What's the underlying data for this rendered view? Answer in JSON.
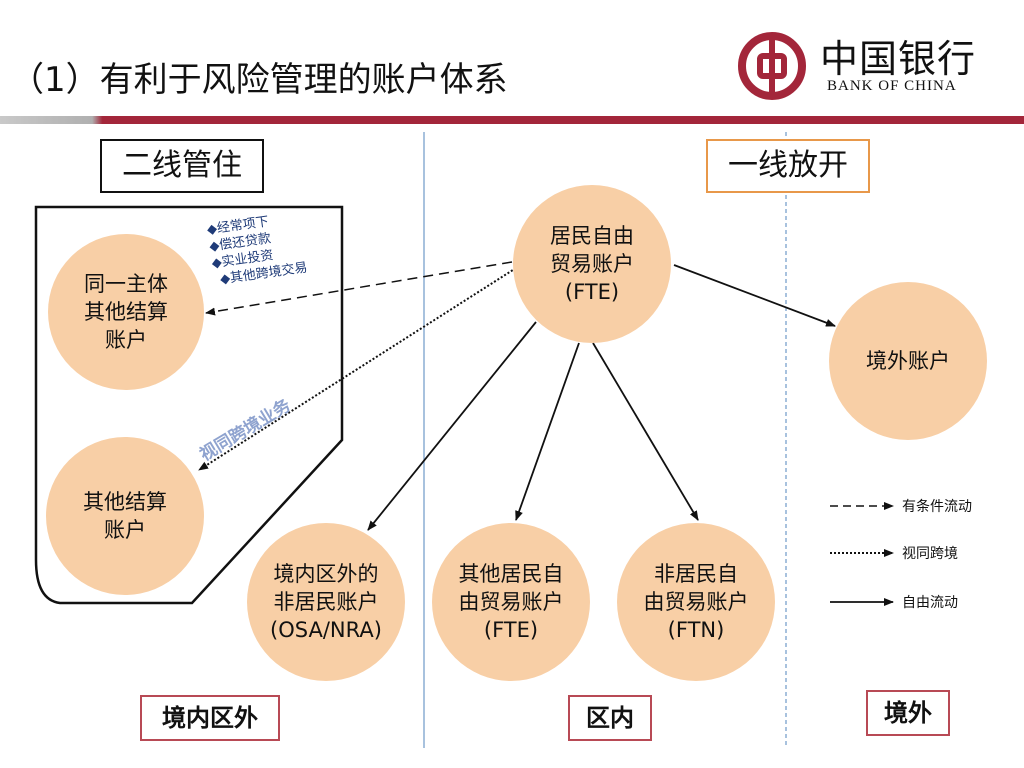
{
  "header": {
    "title": "（1）有利于风险管理的账户体系",
    "brand_cn": "中国银行",
    "brand_en": "BANK OF CHINA"
  },
  "labels": {
    "second_line": "二线管住",
    "first_line": "一线放开"
  },
  "nodes": {
    "fte": "居民自由\n贸易账户\n(FTE)",
    "same_entity": "同一主体\n其他结算\n账户",
    "other_settle": "其他结算\n账户",
    "osa_nra": "境内区外的\n非居民账户\n(OSA/NRA)",
    "other_fte": "其他居民自\n由贸易账户\n(FTE)",
    "ftn": "非居民自\n由贸易账户\n(FTN)",
    "overseas": "境外账户"
  },
  "annotations": {
    "conditional_items": [
      "◆经常项下",
      "◆偿还贷款",
      "◆实业投资",
      "◆其他跨境交易"
    ],
    "cross_border": "视同跨境业务"
  },
  "zones": {
    "domestic_outside": "境内区外",
    "in_zone": "区内",
    "overseas": "境外"
  },
  "legend": {
    "conditional": "有条件流动",
    "cross_border": "视同跨境",
    "free": "自由流动"
  },
  "colors": {
    "brand_red": "#a3263a",
    "node_fill": "#f8cfa6",
    "divider_blue": "#7aa2cc",
    "orange_border": "#e8984a"
  }
}
